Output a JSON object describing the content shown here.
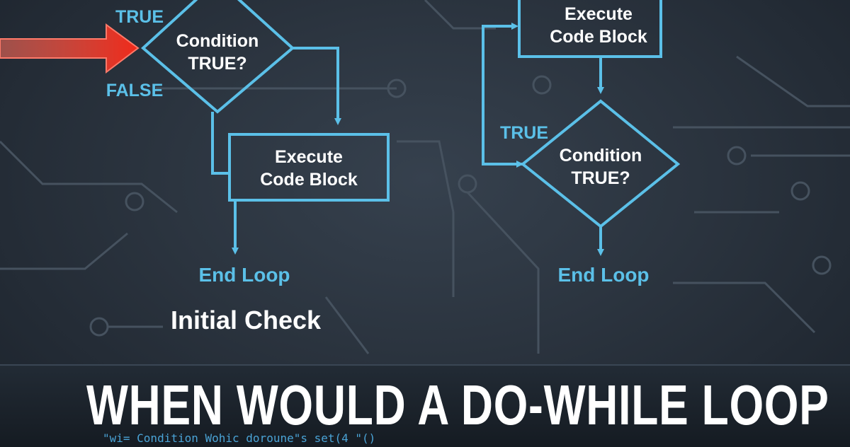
{
  "colors": {
    "accent": "#5bc0e8",
    "arrow": "#f03a2a",
    "text": "#ffffff",
    "background": "#2b343f"
  },
  "left_flow": {
    "true_label": "TRUE",
    "false_label": "FALSE",
    "condition": [
      "Condition",
      "TRUE?"
    ],
    "execute": [
      "Execute",
      "Code Block"
    ],
    "end": "End Loop",
    "caption": "Initial Check"
  },
  "right_flow": {
    "execute": [
      "Execute",
      "Code Block"
    ],
    "true_label": "TRUE",
    "condition": [
      "Condition",
      "TRUE?"
    ],
    "end": "End Loop"
  },
  "title": "WHEN WOULD A DO-WHILE LOOP",
  "code_snippet": "\"wi= Condition Wohic doroune\"s set(4 \"()"
}
